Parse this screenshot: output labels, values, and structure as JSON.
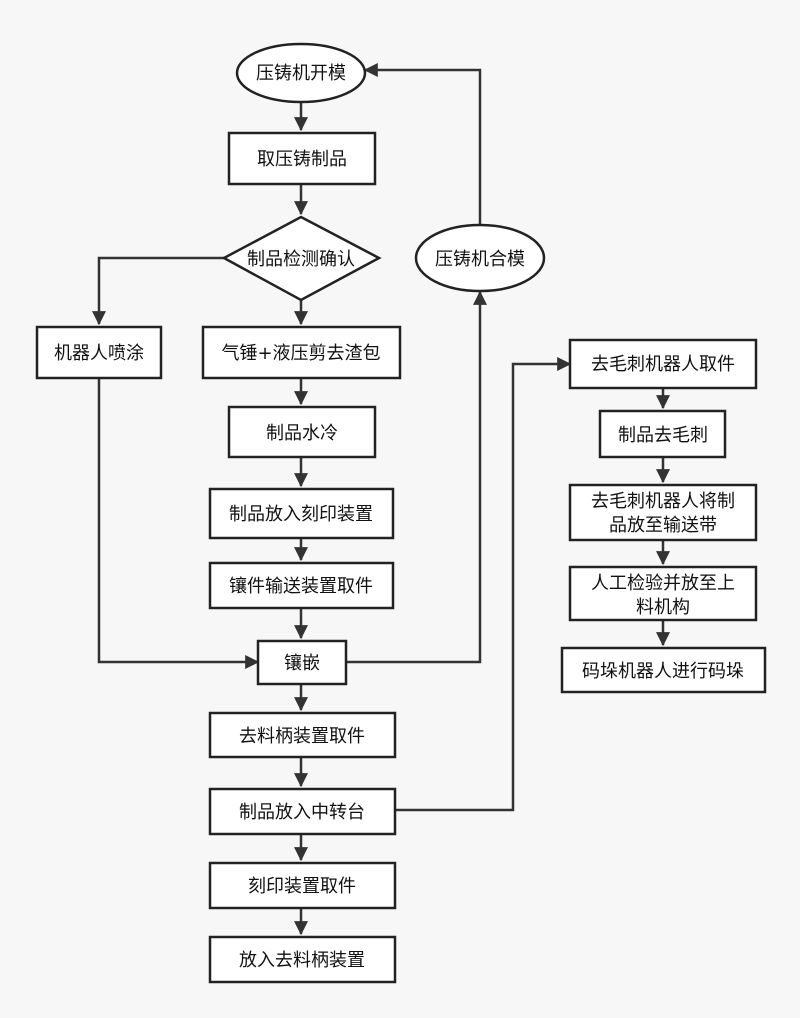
{
  "nodes": {
    "open_mold": "压铸机开模",
    "take_part": "取压铸制品",
    "inspect": "制品检测确认",
    "robot_spray": "机器人喷涂",
    "deslag": "气锤+液压剪去渣包",
    "water_cool": "制品水冷",
    "to_marking": "制品放入刻印装置",
    "insert_pick": "镶件输送装置取件",
    "inlay": "镶嵌",
    "degate_pick": "去料柄装置取件",
    "to_transfer": "制品放入中转台",
    "marking_pick": "刻印装置取件",
    "to_degate": "放入去料柄装置",
    "close_mold": "压铸机合模",
    "deburr_pick": "去毛刺机器人取件",
    "deburr": "制品去毛刺",
    "deburr_place_l1": "去毛刺机器人将制",
    "deburr_place_l2": "品放至输送带",
    "manual_l1": "人工检验并放至上",
    "manual_l2": "料机构",
    "palletize": "码垛机器人进行码垛"
  }
}
